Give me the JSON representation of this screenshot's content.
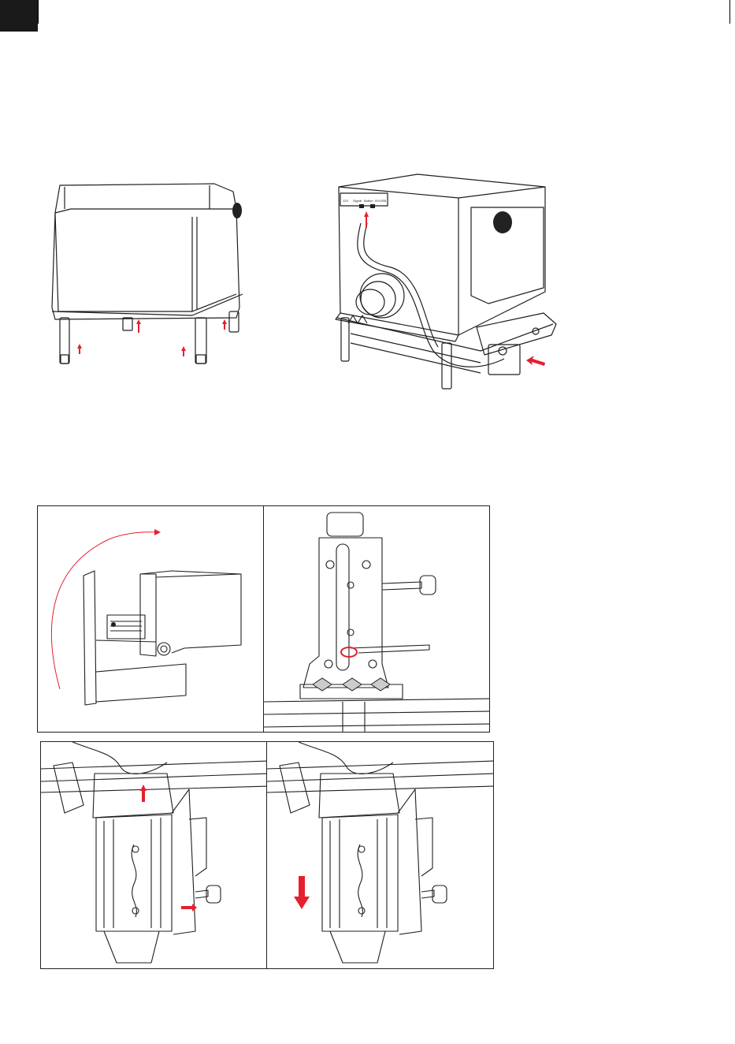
{
  "ports": [
    "12V",
    "Signal",
    "Button",
    "5V/USB"
  ],
  "colors": {
    "arrow": "#e5202e",
    "line": "#1f1f1f",
    "shade": "#8a8a8a",
    "panel_border": "#222222"
  },
  "icons": [
    "up-arrow-icon",
    "left-arrow-icon",
    "down-arrow-icon",
    "right-arrow-icon",
    "rotate-curve-icon",
    "rotation-indicator-icon"
  ]
}
